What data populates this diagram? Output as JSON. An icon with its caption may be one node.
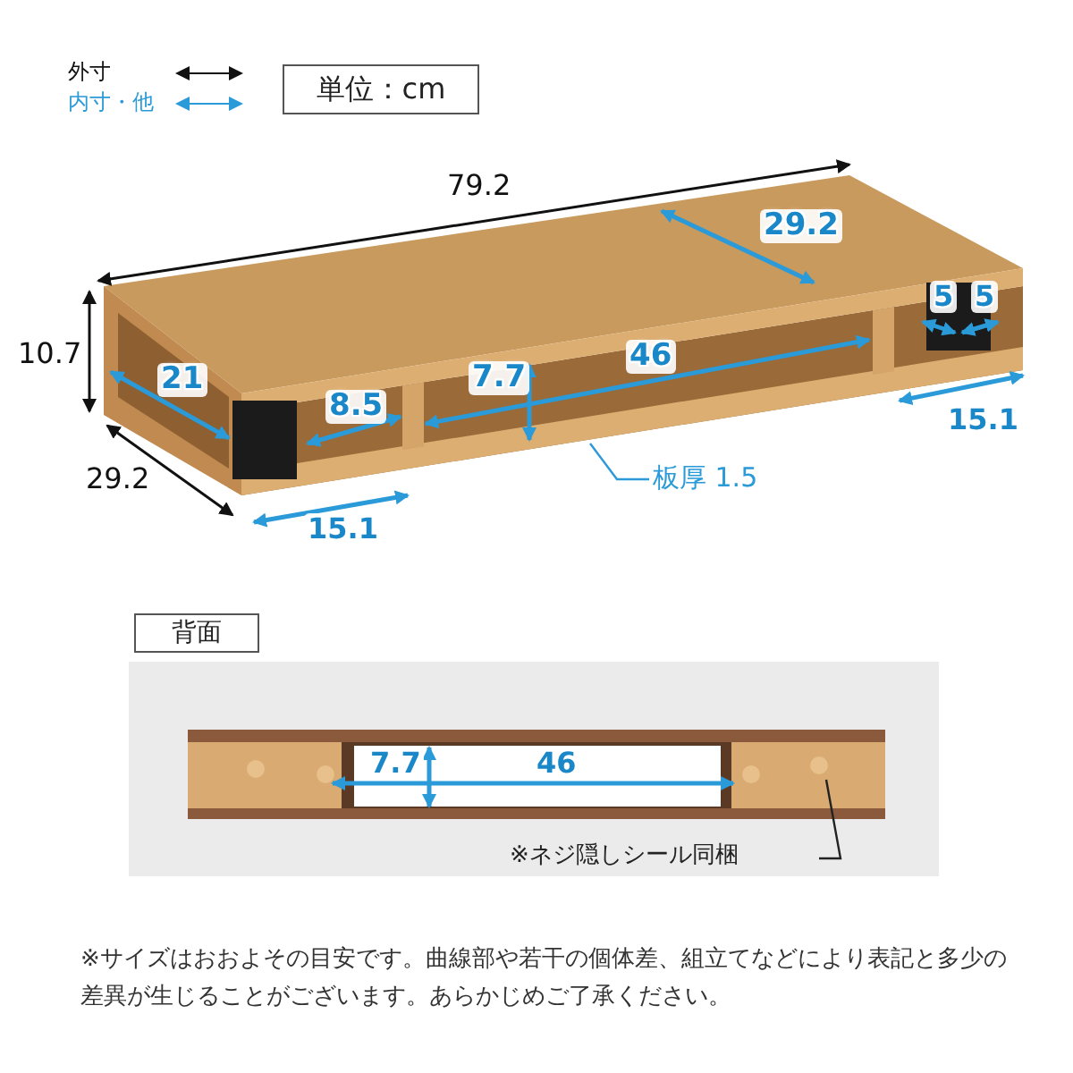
{
  "diagram": {
    "nodes": [
      {
        "text": [
          "単位：cm"
        ]
      },
      {
        "text": [
          "板厚 1.5"
        ]
      },
      {
        "text": [
          "背面"
        ]
      },
      {
        "text": [
          "※ネジ隠しシール同梱"
        ]
      }
    ],
    "edges": [
      {
        "from": 1,
        "to": null,
        "arrow": "none",
        "color": "#2a9ad8"
      },
      {
        "from": 3,
        "to": null,
        "arrow": "none",
        "color": "#222222"
      }
    ],
    "labels": [
      "79.2",
      "29.2",
      "5",
      "5",
      "10.7",
      "46",
      "21",
      "7.7",
      "8.5",
      "15.1",
      "29.2",
      "15.1",
      "7.7",
      "46",
      "※サイズはおおよその目安です。曲線部や若干の個体差、組立てなどにより表記と多少の差異が生じることがございます。あらかじめご了承ください。"
    ],
    "legend": [
      {
        "text": "外寸"
      },
      {
        "text": "内寸・他"
      }
    ]
  }
}
